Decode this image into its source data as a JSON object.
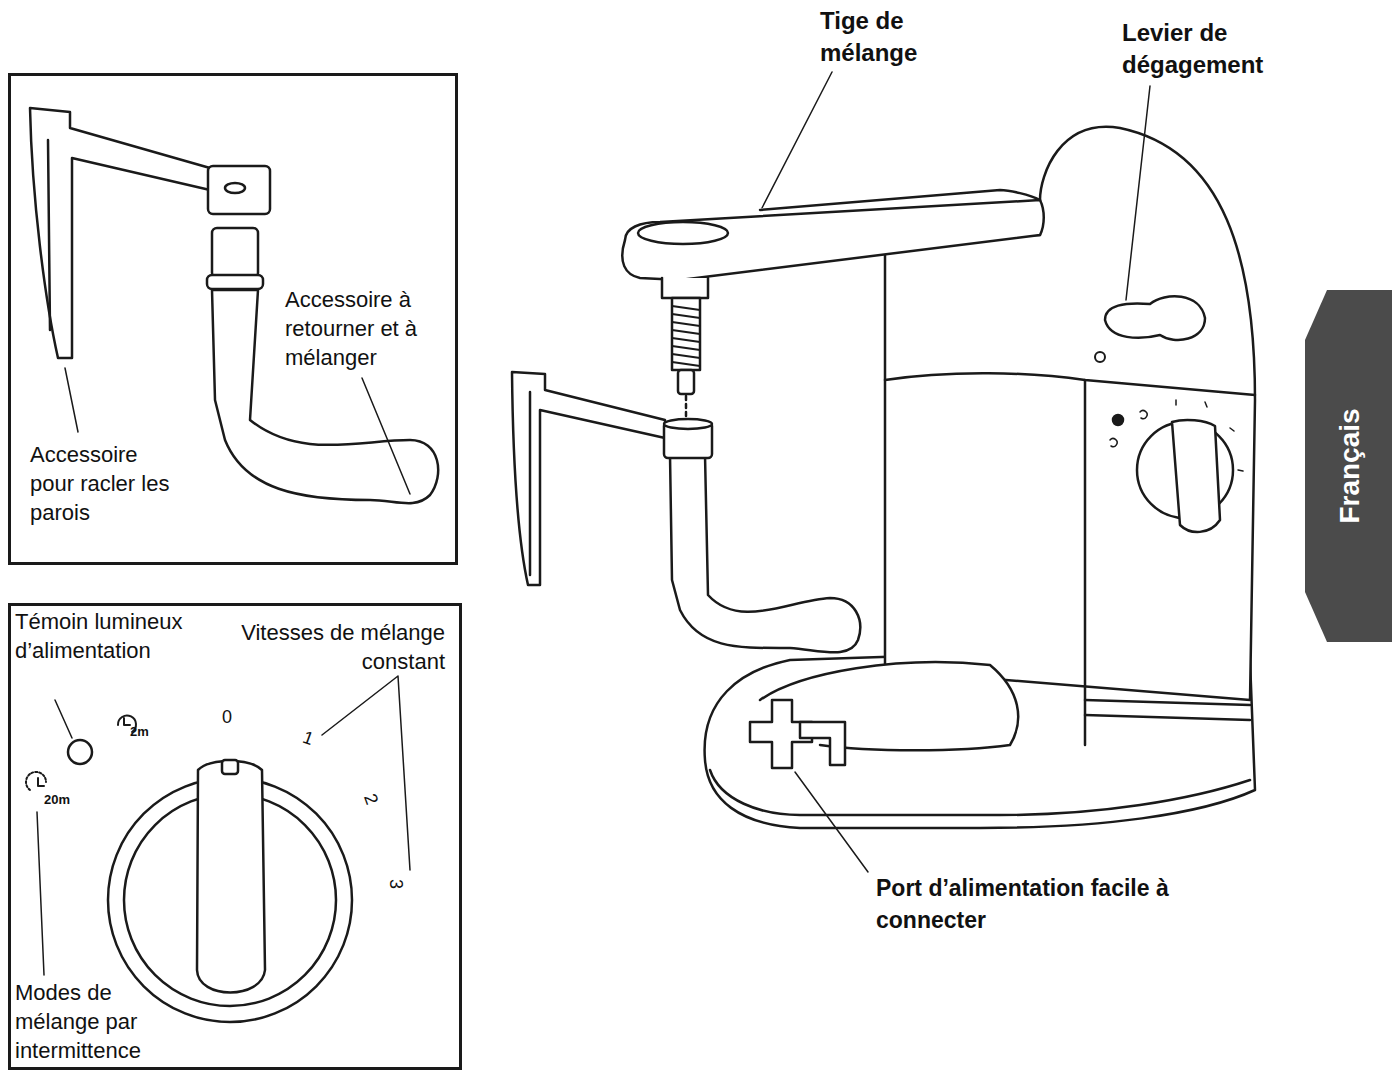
{
  "diagram": {
    "nodes": [
      {
        "text": [
          "Accessoire à retourner et à mélanger",
          "Accessoire pour racler les parois"
        ]
      },
      {
        "text": [
          "Témoin lumineux d’alimentation",
          "Vitesses de mélange constant",
          "2m",
          "0",
          "1",
          "2",
          "3",
          "20m",
          "Modes de mélange par intermittence"
        ]
      },
      {
        "text": [
          "Français"
        ]
      }
    ],
    "edges": [],
    "labels": [
      "Tige de mélange",
      "Levier de dégagement",
      "Port d’alimentation facile à connecter"
    ]
  }
}
